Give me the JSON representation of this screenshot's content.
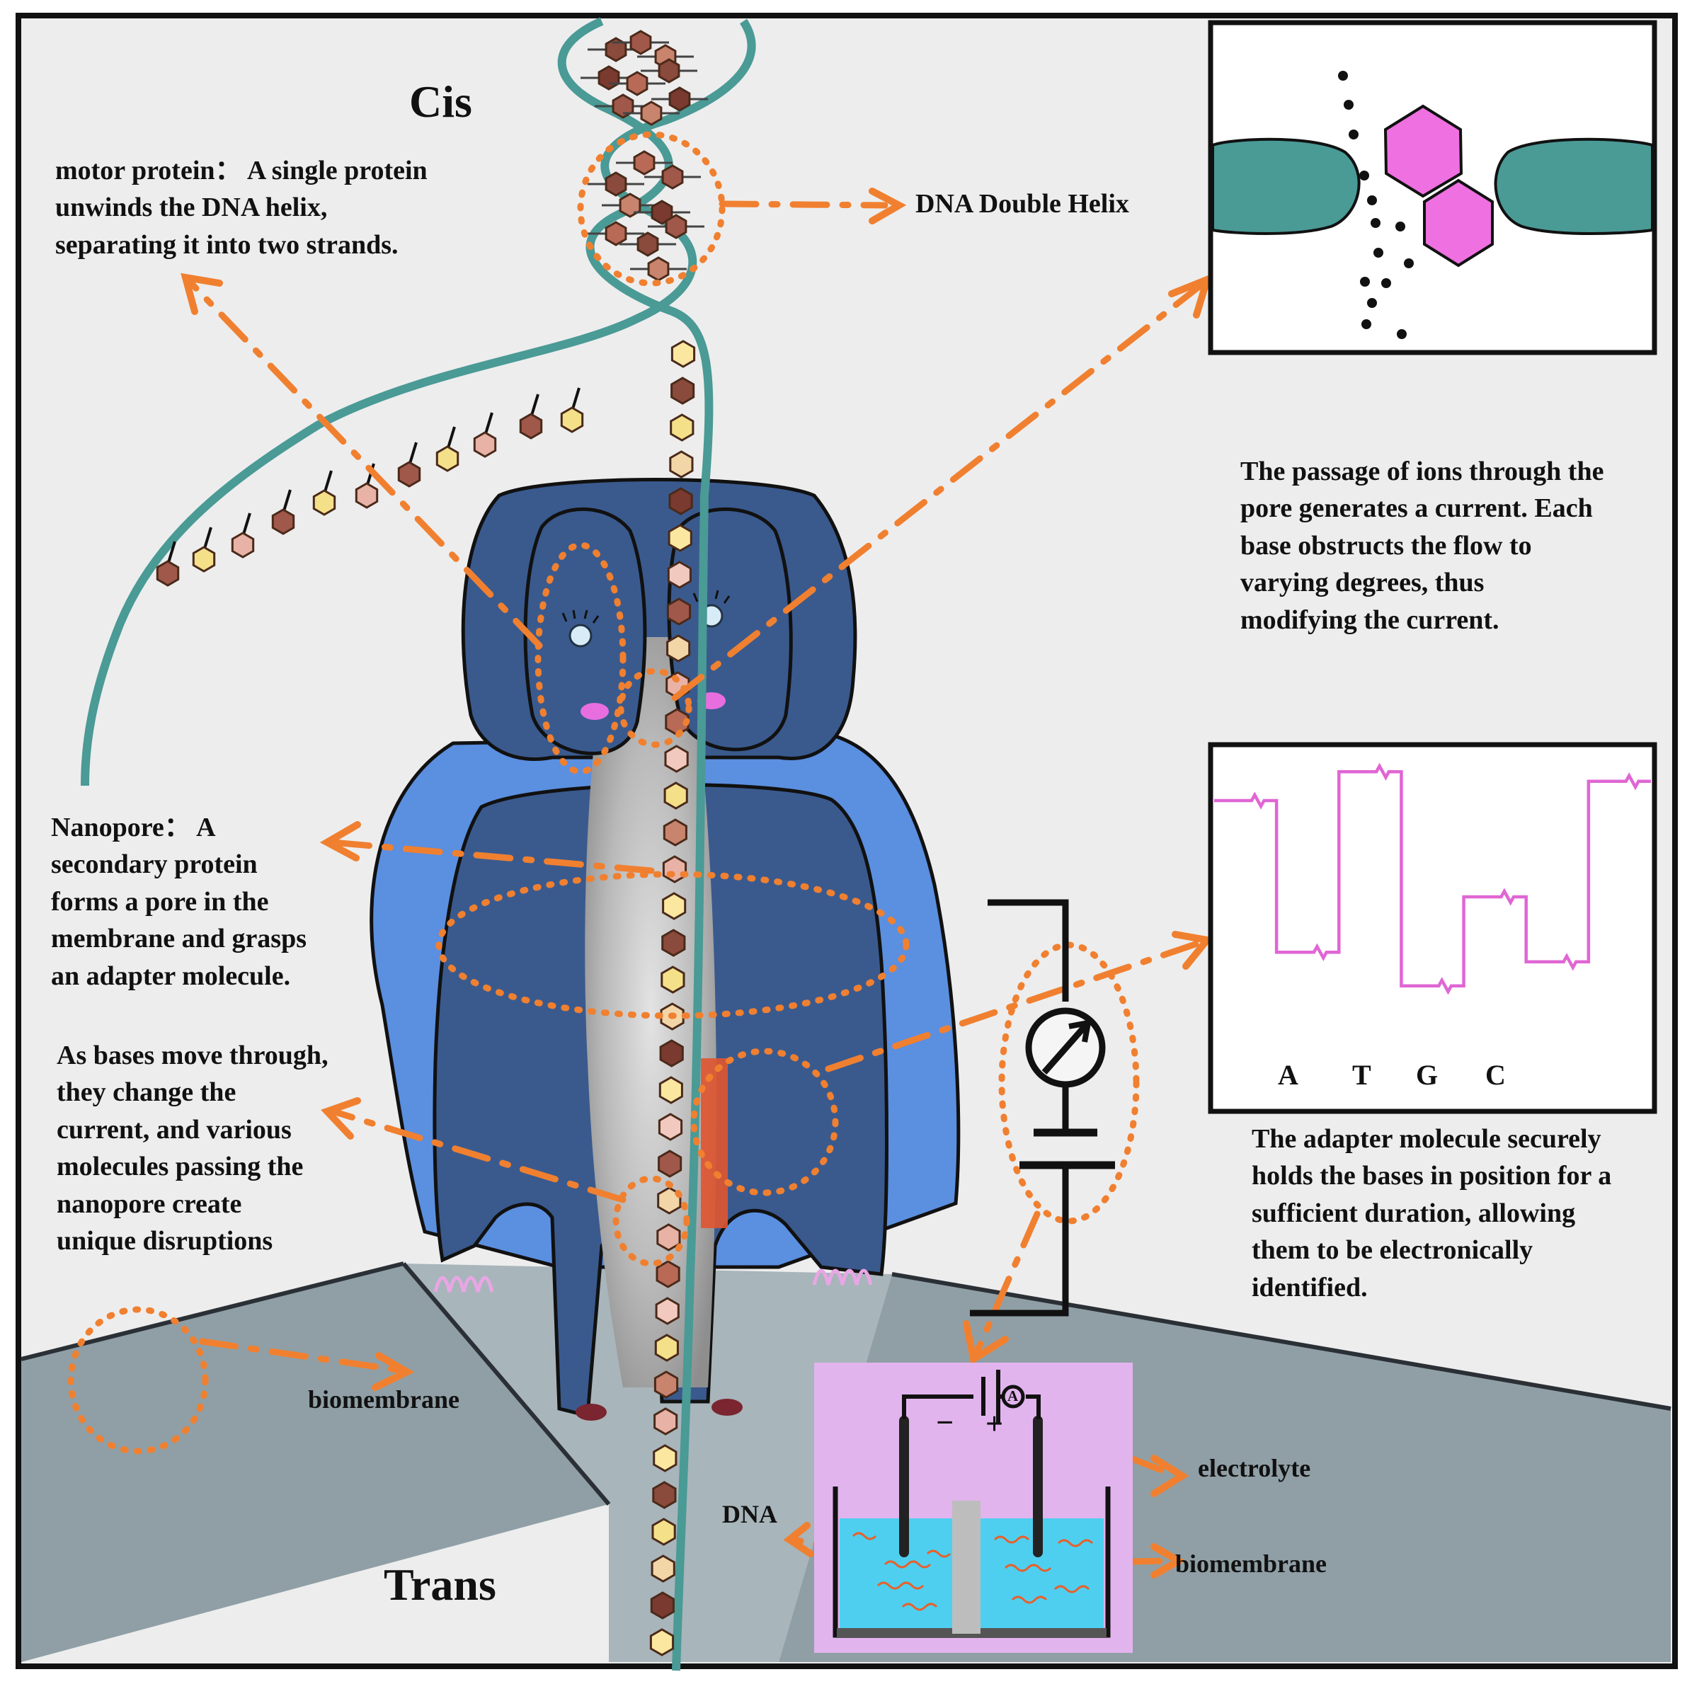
{
  "labels": {
    "cis": "Cis",
    "trans": "Trans",
    "motor_protein": [
      "motor protein： A single protein",
      "unwinds the DNA helix,",
      "separating it into two strands."
    ],
    "dna_double_helix": "DNA Double Helix",
    "ion_passage": [
      "The passage of ions through the",
      "pore generates a current. Each",
      "base obstructs the flow to",
      "varying degrees, thus",
      "modifying the current."
    ],
    "nanopore": [
      "Nanopore： A",
      "secondary protein",
      "forms a pore in the",
      "membrane and grasps",
      "an adapter  molecule."
    ],
    "bases_move": [
      "As bases move through,",
      "they change the",
      "current, and various",
      "molecules passing the",
      "nanopore create",
      "unique disruptions"
    ],
    "adapter_molecule": [
      "The adapter molecule securely",
      "holds the bases in position for a",
      "sufficient duration, allowing",
      "them to be electronically",
      "identified."
    ],
    "biomembrane_left": "biomembrane",
    "biomembrane_right": "biomembrane",
    "electrolyte": "electrolyte",
    "dna_small": "DNA",
    "minus_sign": "−",
    "plus_sign": "+",
    "ammeter_symbol": "A"
  },
  "current_trace": {
    "bases": [
      "A",
      "T",
      "G",
      "C"
    ],
    "levels": [
      0.85,
      0.22,
      0.97,
      0.08,
      0.45,
      0.18,
      0.93
    ],
    "color": "#e066d4"
  },
  "colors": {
    "annotation_orange": "#f08030",
    "dna_teal": "#4a9a96",
    "protein_dark_blue": "#3a5a8e",
    "protein_light_blue": "#5b8fe0",
    "membrane_gray": "#8d9ea5",
    "base_pink": "#e86ee0",
    "electrolyte_cyan": "#4ecff0",
    "cell_lilac": "#e2b4ee",
    "background": "#eeeeee"
  }
}
